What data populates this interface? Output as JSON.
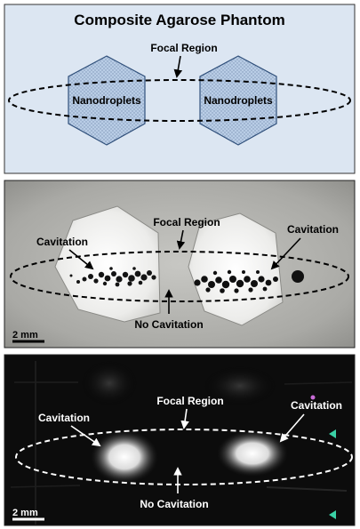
{
  "panel_a": {
    "title": "Composite Agarose Phantom",
    "focal_label": "Focal Region",
    "left_label": "Nanodroplets",
    "right_label": "Nanodroplets",
    "bg_color": "#dce6f2",
    "hex_color": "#b9cde6"
  },
  "panel_b": {
    "focal_label": "Focal Region",
    "cav_left": "Cavitation",
    "cav_right": "Cavitation",
    "no_cav": "No Cavitation",
    "scale": "2 mm"
  },
  "panel_c": {
    "focal_label": "Focal Region",
    "cav_left": "Cavitation",
    "cav_right": "Cavitation",
    "no_cav": "No Cavitation",
    "scale": "2 mm"
  }
}
